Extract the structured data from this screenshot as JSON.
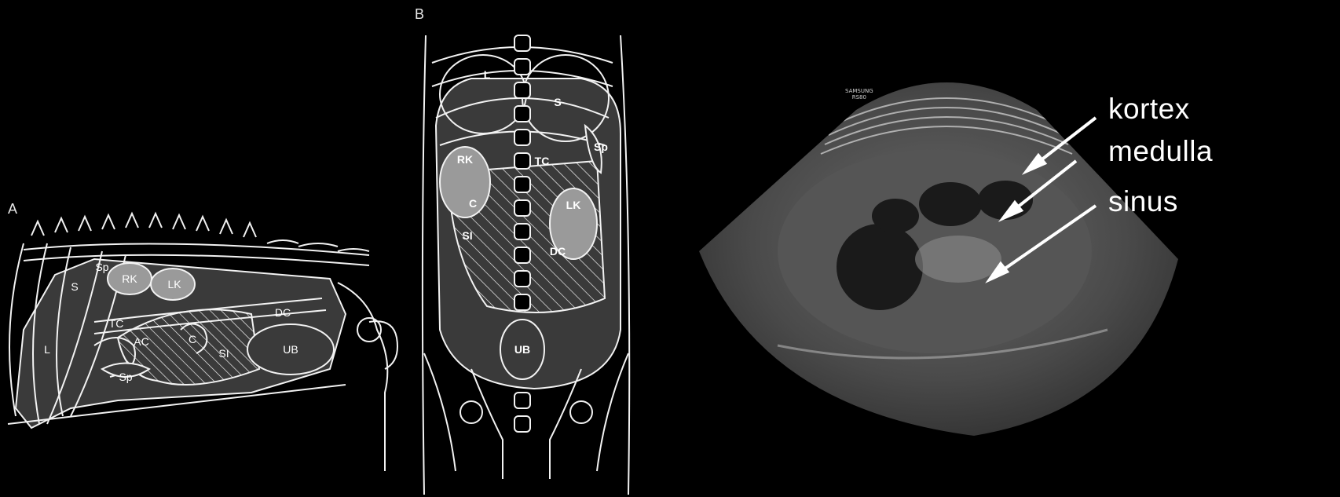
{
  "figure": {
    "panel_a": {
      "letter": "A",
      "organs": {
        "L": "L",
        "S": "S",
        "Sp_top": "Sp",
        "RK": "RK",
        "LK": "LK",
        "TC": "TC",
        "AC": "AC",
        "C": "C",
        "SI": "SI",
        "DC": "DC",
        "UB": "UB",
        "Sp_bottom": "Sp"
      }
    },
    "panel_b": {
      "letter": "B",
      "organs": {
        "L": "L",
        "S": "S",
        "Sp": "Sp",
        "RK": "RK",
        "LK": "LK",
        "TC": "TC",
        "C": "C",
        "SI": "SI",
        "DC": "DC",
        "UB": "UB"
      }
    },
    "ultrasound": {
      "brand_line1": "SAMSUNG",
      "brand_line2": "RS80",
      "labels": {
        "kortex": "kortex",
        "medulla": "medulla",
        "sinus": "sinus"
      }
    }
  },
  "colors": {
    "background": "#000000",
    "line": "#f2f2f2",
    "organ_gray": "#3a3a3a",
    "kidney": "#9a9a9a",
    "label": "#ffffff"
  }
}
